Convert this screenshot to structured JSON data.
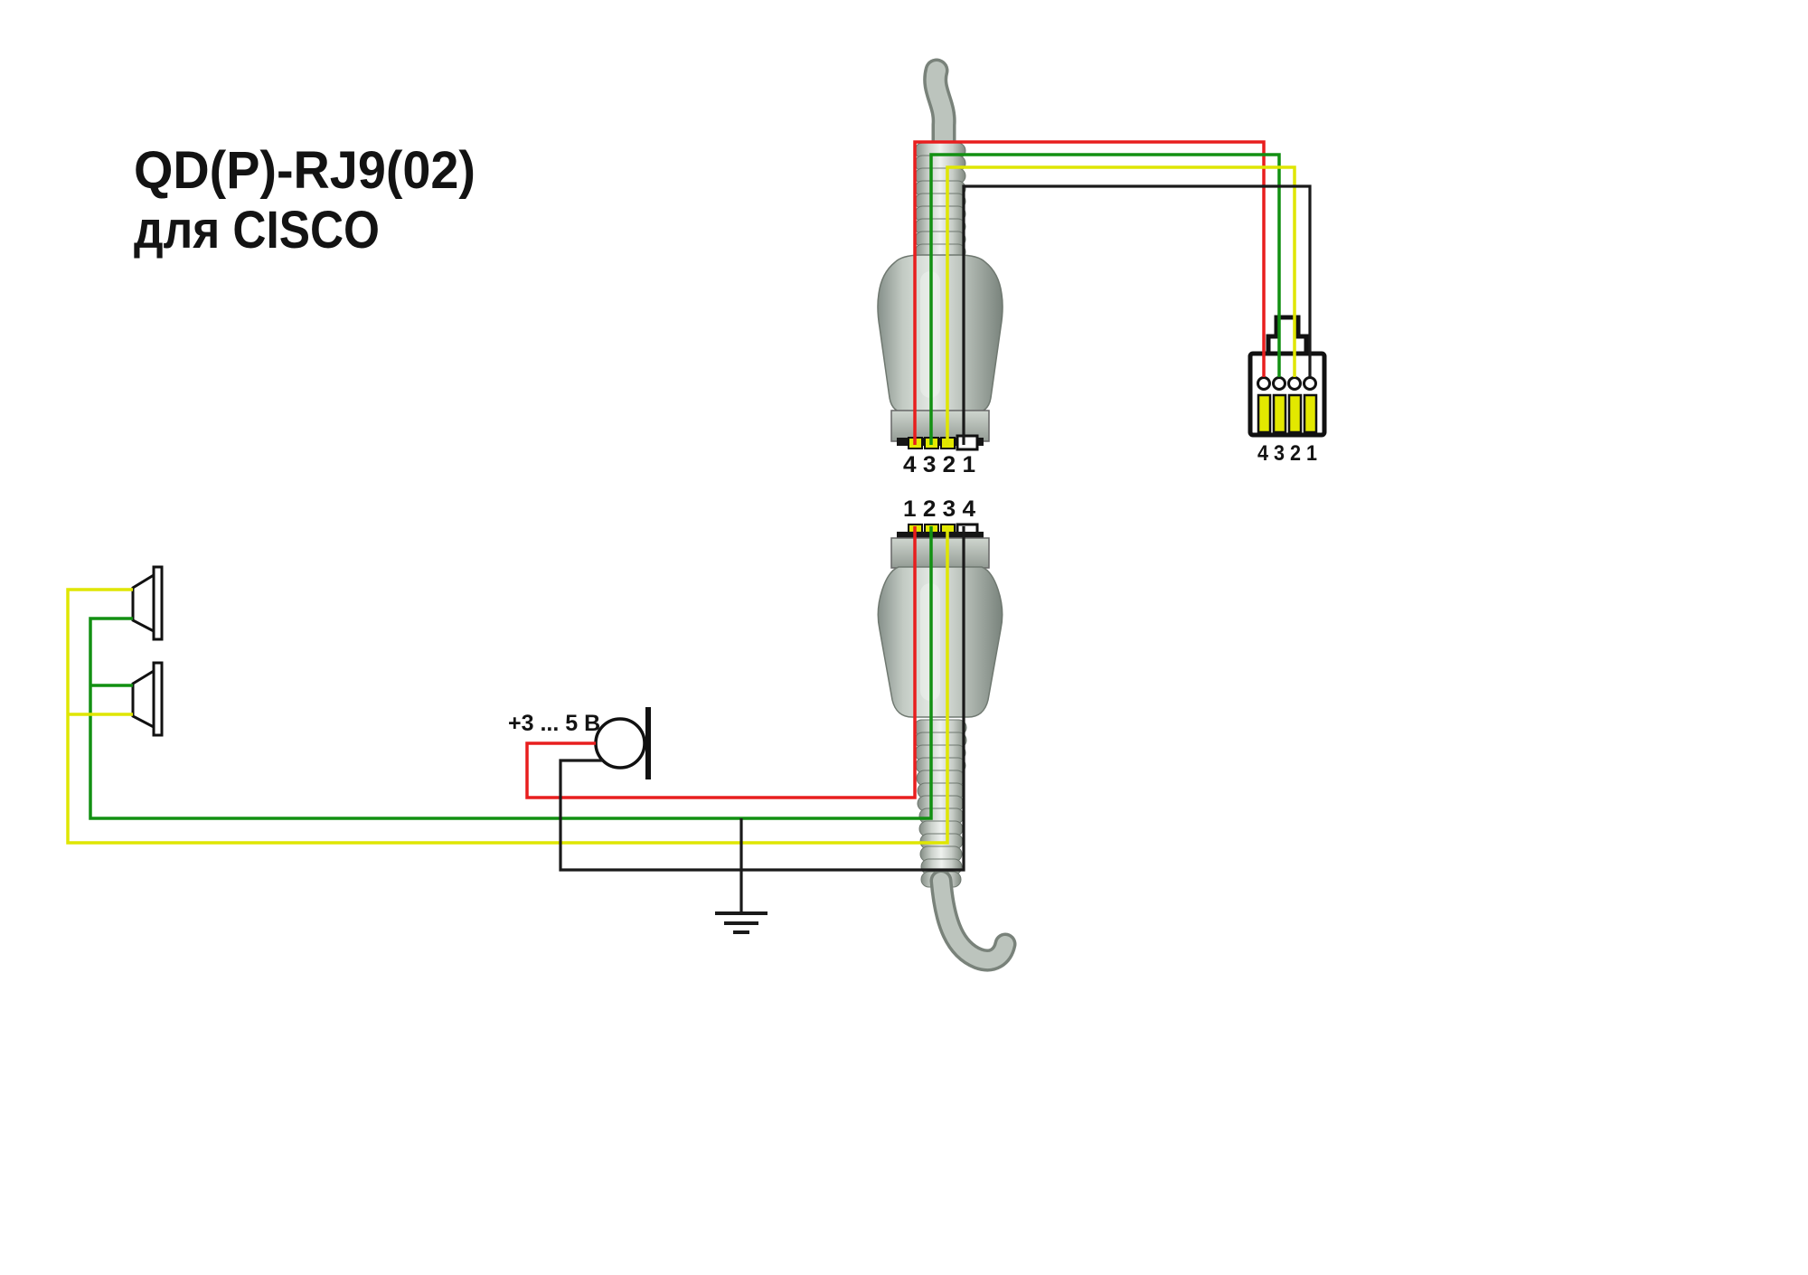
{
  "title": {
    "line1": "QD(P)-RJ9(02)",
    "line2": "для CISCO"
  },
  "connectors": {
    "qd_top": {
      "name": "QD plug, phone side",
      "pin_labels": "4 3 2 1"
    },
    "rj9": {
      "name": "RJ9 plug",
      "pin_labels": "4 3 2 1"
    },
    "qd_bottom": {
      "name": "QD plug, headset side",
      "pin_labels": "1 2 3 4"
    }
  },
  "mic": {
    "voltage_label": "+3 ... 5 В"
  },
  "wires": [
    {
      "color_name": "red",
      "role": "microphone bias +3...5V"
    },
    {
      "color_name": "green",
      "role": "speakers"
    },
    {
      "color_name": "yellow",
      "role": "speakers"
    },
    {
      "color_name": "black",
      "role": "common / ground"
    }
  ],
  "colors": {
    "red": "#e81e1e",
    "green": "#129012",
    "yellow": "#dfe600",
    "black": "#1a1a1a",
    "pin_yellow": "#e3e800",
    "outline": "#111111"
  }
}
